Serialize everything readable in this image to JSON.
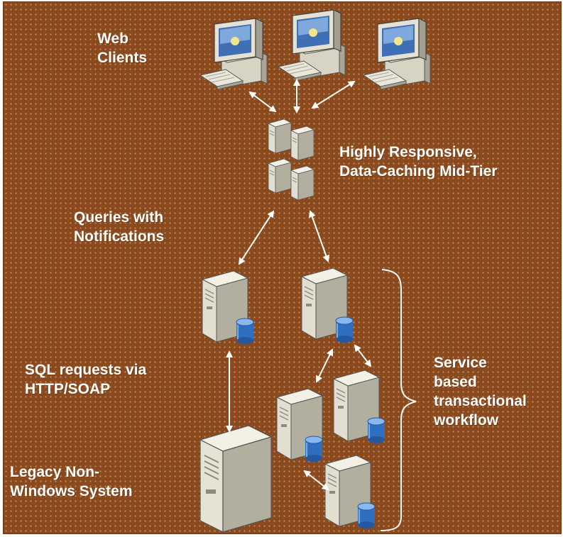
{
  "labels": {
    "web_clients": [
      "Web",
      "Clients"
    ],
    "mid_tier": [
      "Highly Responsive,",
      "Data-Caching Mid-Tier"
    ],
    "queries": [
      "Queries with",
      "Notifications"
    ],
    "sql_requests": [
      "SQL requests via",
      "HTTP/SOAP"
    ],
    "legacy": [
      "Legacy Non-",
      "Windows System"
    ],
    "workflow": [
      "Service",
      "based",
      "transactional",
      "workflow"
    ]
  },
  "colors": {
    "background": "#8a4a1e",
    "text": "#ffffff",
    "arrow": "#ffffff",
    "server_body": "#ece8d6",
    "database": "#2f6fc0"
  }
}
